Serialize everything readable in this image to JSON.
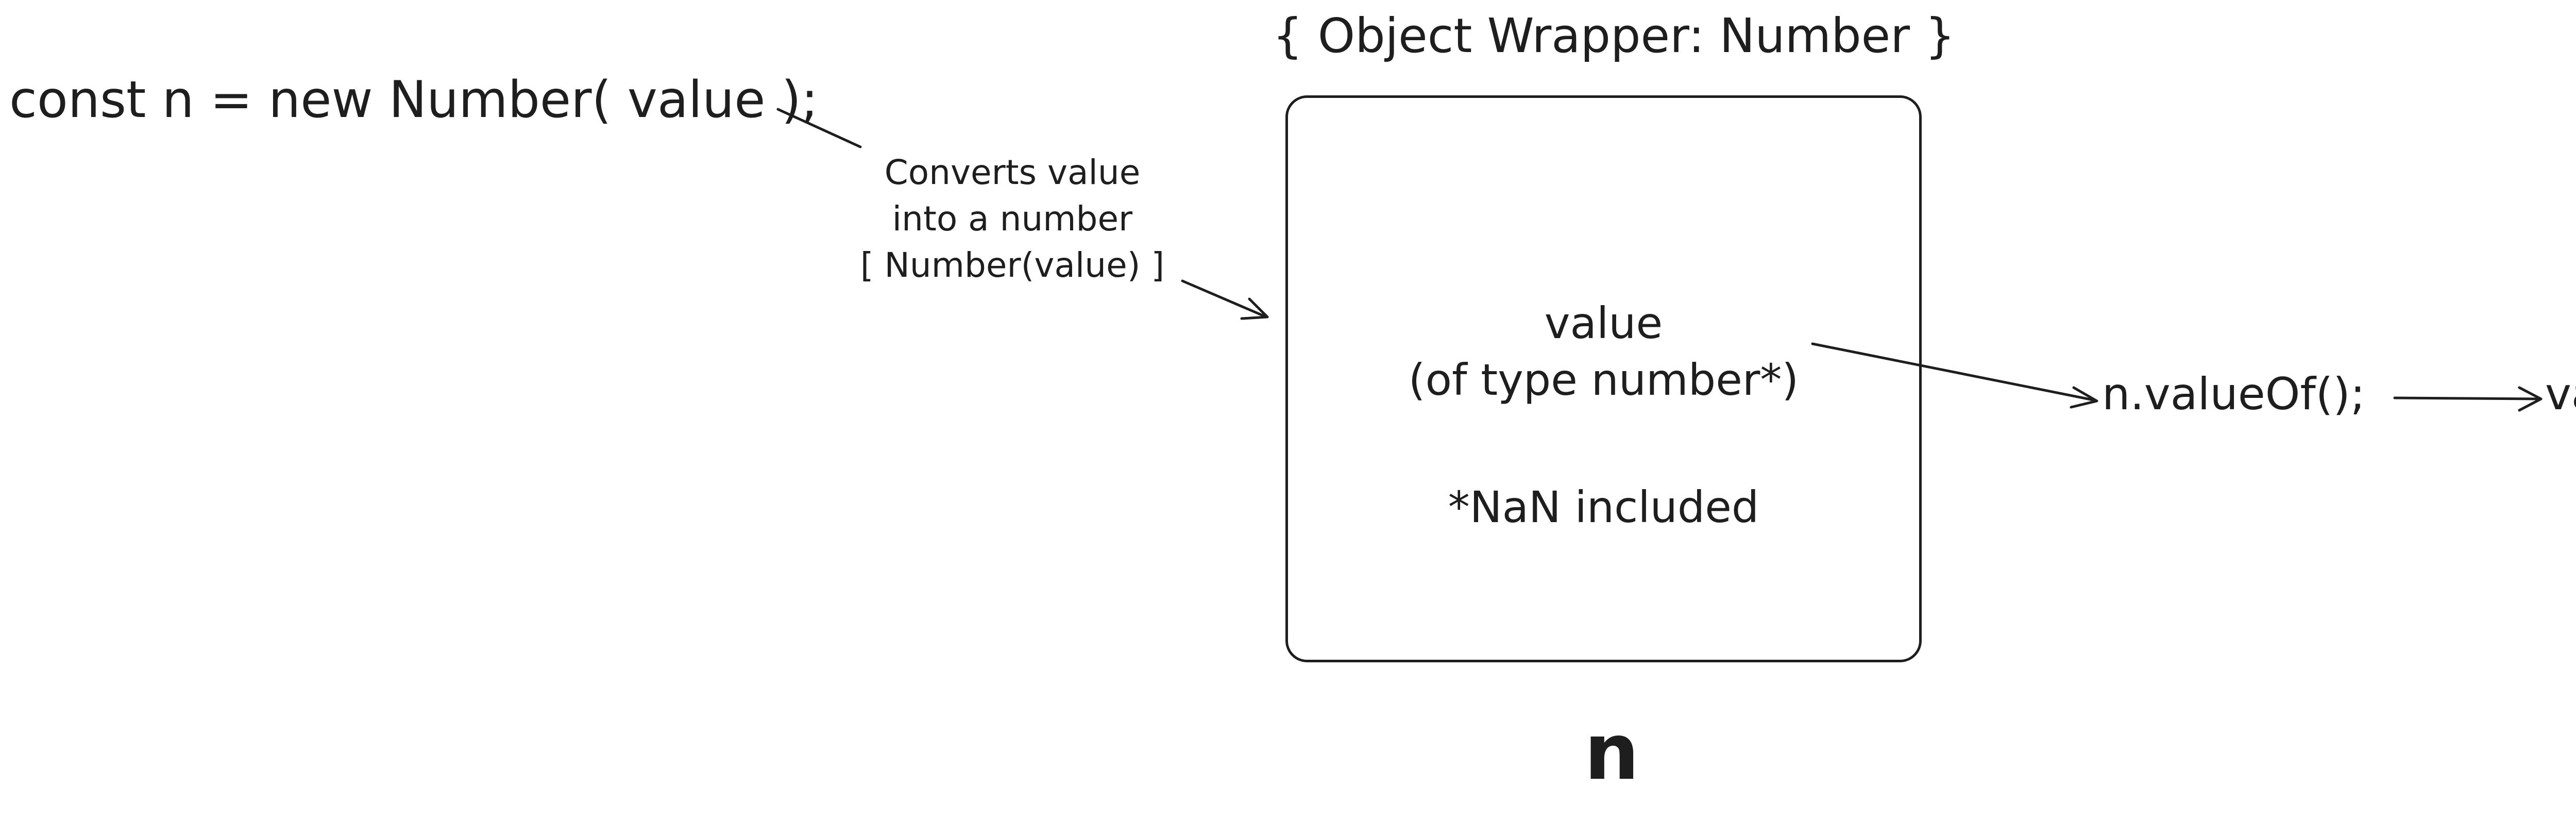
{
  "code": {
    "declaration": "const n = new Number( value );"
  },
  "wrapper": {
    "title": "{ Object Wrapper: Number }",
    "variable_name": "n"
  },
  "annotation": {
    "line1": "Converts value",
    "line2": "into a number",
    "line3": "[ Number(value) ]"
  },
  "box": {
    "value_label": "value",
    "type_label": "(of type number*)",
    "footnote": "*NaN included"
  },
  "call": {
    "method": "n.valueOf();",
    "result": "value"
  },
  "colors": {
    "stroke": "#1e1e1e",
    "background": "#ffffff"
  }
}
